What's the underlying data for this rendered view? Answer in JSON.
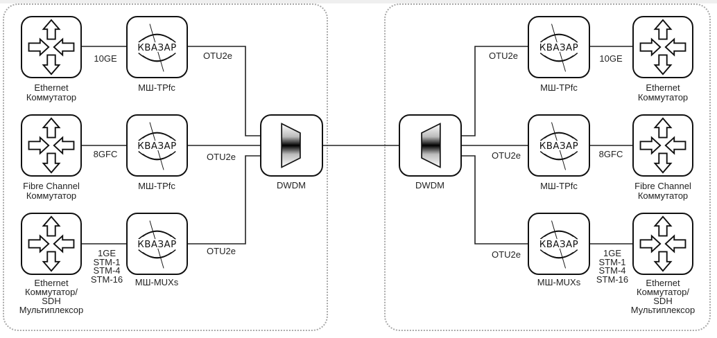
{
  "diagram": {
    "left_site": {
      "rows": [
        {
          "switch_label": [
            "Ethernet",
            "Коммутатор"
          ],
          "link_label": [
            "10GE"
          ],
          "device_label": "МШ-TPfc",
          "trunk_label": "OTU2e"
        },
        {
          "switch_label": [
            "Fibre Channel",
            "Коммутатор"
          ],
          "link_label": [
            "8GFC"
          ],
          "device_label": "МШ-TPfc",
          "trunk_label": "OTU2e"
        },
        {
          "switch_label": [
            "Ethernet",
            "Коммутатор/",
            "SDH",
            "Мультиплексор"
          ],
          "link_label": [
            "1GE",
            "STM-1",
            "STM-4",
            "STM-16"
          ],
          "device_label": "МШ-MUXs",
          "trunk_label": "OTU2e"
        }
      ],
      "mux_label": "DWDM"
    },
    "right_site": {
      "rows": [
        {
          "switch_label": [
            "Ethernet",
            "Коммутатор"
          ],
          "link_label": [
            "10GE"
          ],
          "device_label": "МШ-TPfc",
          "trunk_label": "OTU2e"
        },
        {
          "switch_label": [
            "Fibre Channel",
            "Коммутатор"
          ],
          "link_label": [
            "8GFC"
          ],
          "device_label": "МШ-TPfc",
          "trunk_label": "OTU2e"
        },
        {
          "switch_label": [
            "Ethernet",
            "Коммутатор/",
            "SDH",
            "Мультиплексор"
          ],
          "link_label": [
            "1GE",
            "STM-1",
            "STM-4",
            "STM-16"
          ],
          "device_label": "МШ-MUXs",
          "trunk_label": "OTU2e"
        }
      ],
      "mux_label": "DWDM"
    },
    "logo_text": "КВАЗАР",
    "icons": {
      "switch": "switch-arrows-icon",
      "device": "kvazar-logo-icon",
      "mux": "dwdm-mux-icon"
    },
    "colors": {
      "line": "#222222",
      "frame": "#a8a8a8",
      "node_border": "#111111"
    }
  }
}
